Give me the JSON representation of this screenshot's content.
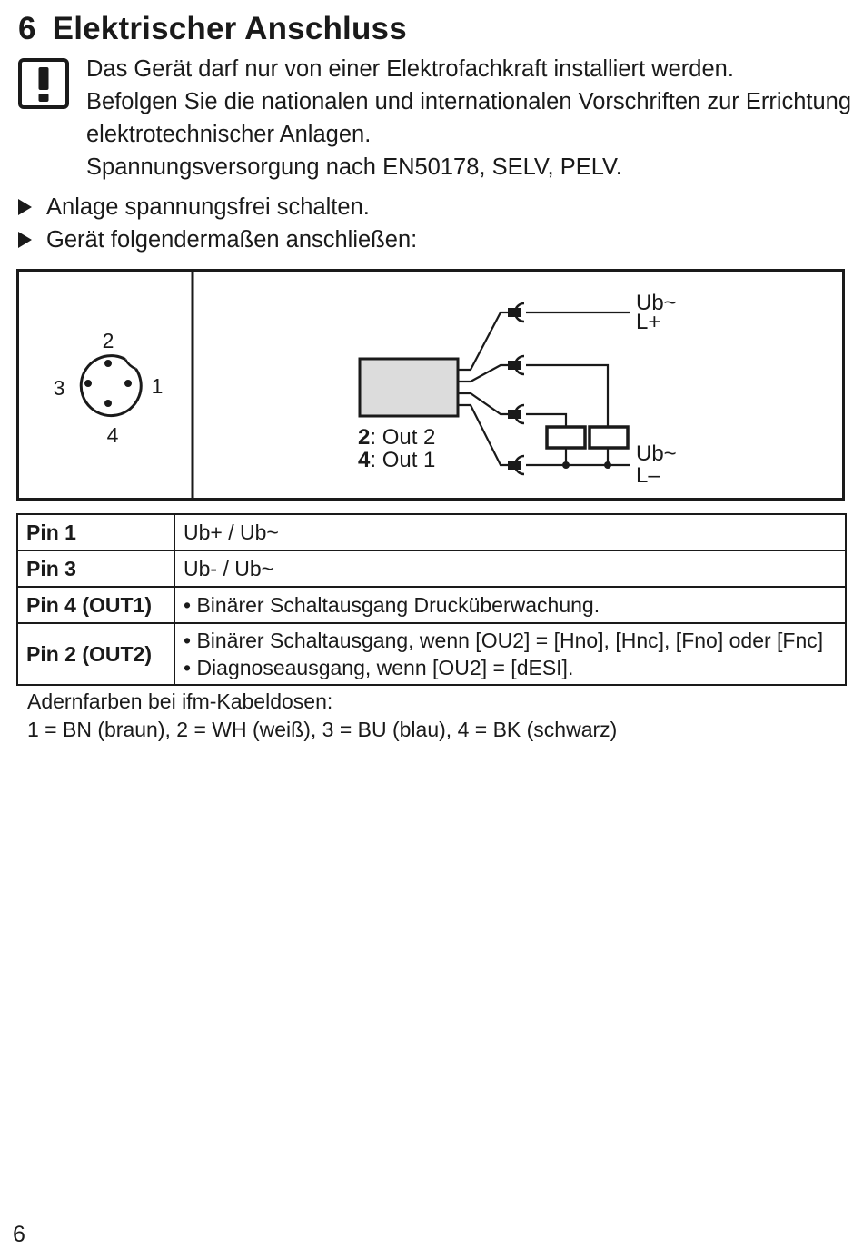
{
  "section": {
    "number": "6",
    "title": "Elektrischer Anschluss"
  },
  "warning": {
    "icon": "warning-exclamation-icon",
    "lines": [
      "Das Gerät darf nur von einer Elektrofachkraft installiert werden.",
      "Befolgen Sie die nationalen und internationalen Vorschriften zur Errichtung",
      "elektrotechnischer Anlagen.",
      "Spannungsversorgung nach EN50178, SELV, PELV."
    ]
  },
  "steps": [
    "Anlage spannungsfrei schalten.",
    "Gerät folgendermaßen anschließen:"
  ],
  "diagram": {
    "connector_pins": [
      "2",
      "3",
      "1",
      "4"
    ],
    "device_labels": [
      {
        "num": "2",
        "text": ": Out 2"
      },
      {
        "num": "4",
        "text": ": Out 1"
      }
    ],
    "supply_top": [
      "Ub~",
      "L+"
    ],
    "supply_bottom": [
      "Ub~",
      "L–"
    ]
  },
  "pin_table": [
    {
      "pin": "Pin 1",
      "desc": [
        "Ub+ / Ub~"
      ]
    },
    {
      "pin": "Pin 3",
      "desc": [
        "Ub- / Ub~"
      ]
    },
    {
      "pin": "Pin 4 (OUT1)",
      "desc": [
        "• Binärer Schaltausgang Drucküberwachung."
      ]
    },
    {
      "pin": "Pin 2 (OUT2)",
      "desc": [
        "• Binärer Schaltausgang, wenn [OU2] = [Hno], [Hnc], [Fno] oder [Fnc]",
        "• Diagnoseausgang, wenn [OU2] = [dESI]."
      ]
    }
  ],
  "wire_colors": {
    "title": "Adernfarben bei ifm-Kabeldosen:",
    "text": "1 = BN (braun), 2 = WH (weiß), 3 = BU (blau), 4 = BK (schwarz)"
  },
  "page_number": "6"
}
